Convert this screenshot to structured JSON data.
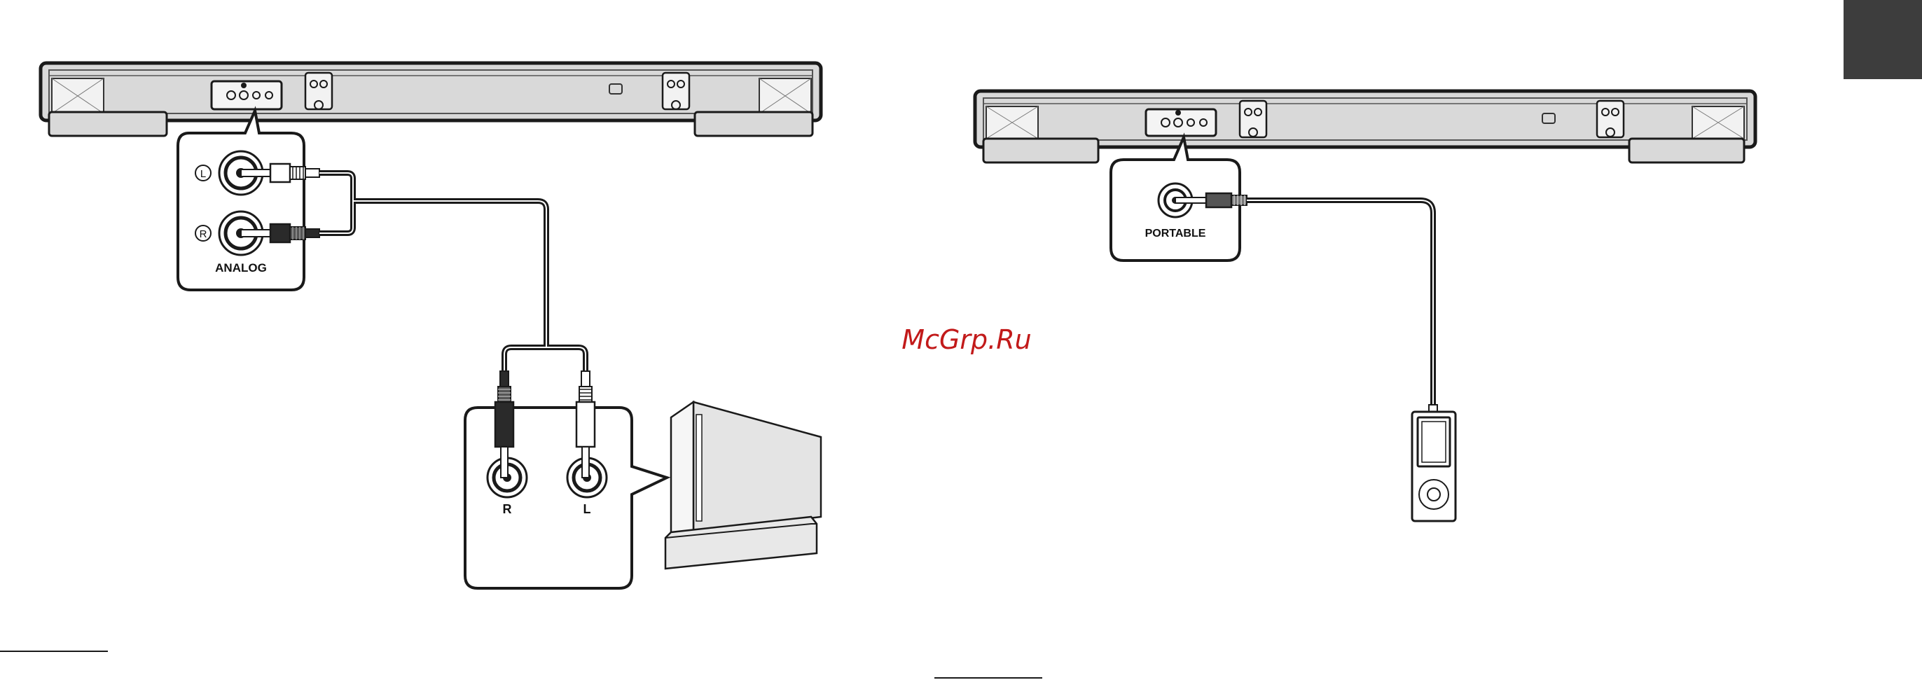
{
  "left_panel": {
    "jack_left_marker": "L",
    "jack_right_marker": "R",
    "input_label": "ANALOG",
    "console_jack_right_label": "R",
    "console_jack_left_label": "L"
  },
  "right_panel": {
    "input_label": "PORTABLE"
  },
  "watermark": "McGrp.Ru",
  "colors": {
    "line": "#1a1a1a",
    "soundbar_fill": "#d9d9d9",
    "corner_tab": "#3d3d3d",
    "watermark": "#c21a1a"
  },
  "icons": {
    "soundbar": "soundbar-rear-view",
    "console": "game-console-icon",
    "player": "portable-music-player-icon",
    "rca_plug": "rca-plug-icon",
    "mini_plug": "stereo-mini-plug-icon"
  }
}
